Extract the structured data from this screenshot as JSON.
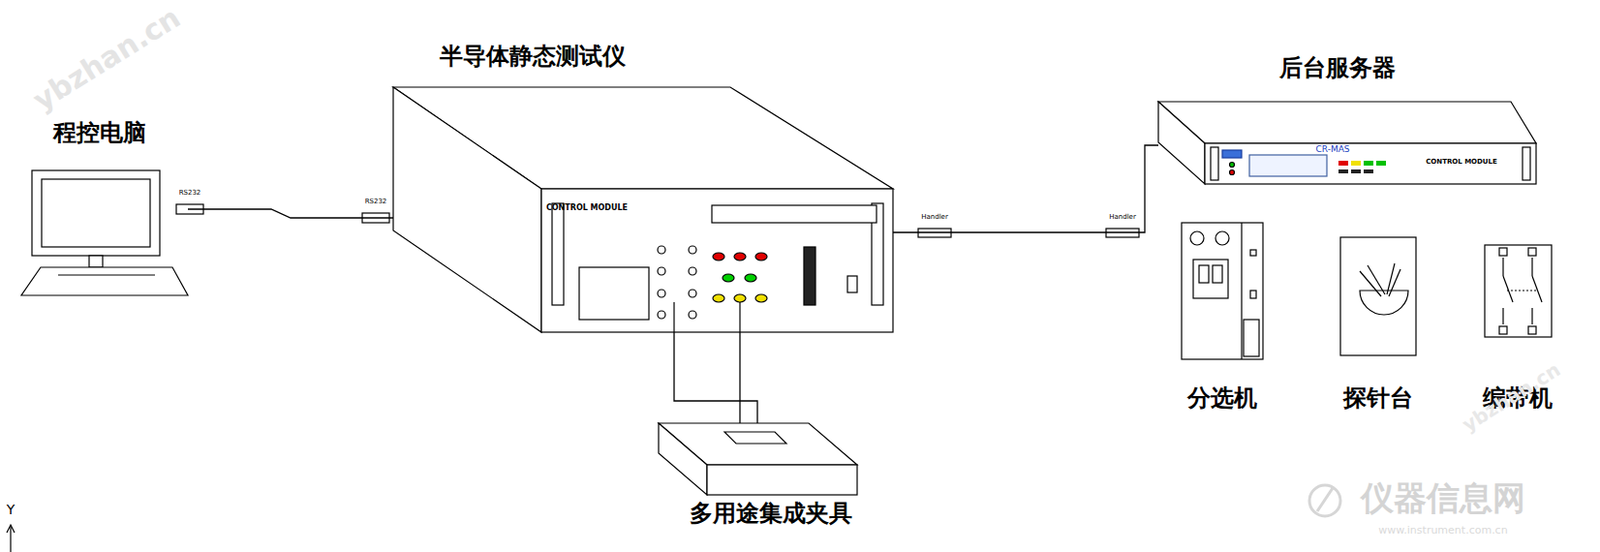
{
  "diagram": {
    "nodes": [
      {
        "text": [
          "程控电脑"
        ]
      },
      {
        "text": [
          "半导体静态测试仪",
          "CONTROL MODULE"
        ]
      },
      {
        "text": [
          "多用途集成夹具"
        ]
      },
      {
        "text": [
          "后台服务器",
          "CR-MAS",
          "CONTROL MODULE"
        ]
      },
      {
        "text": [
          "分选机"
        ]
      },
      {
        "text": [
          "探针台"
        ]
      },
      {
        "text": [
          "编带机"
        ]
      }
    ],
    "edges": [
      {
        "from": 0,
        "to": 1,
        "arrow": "none"
      },
      {
        "from": 1,
        "to": 2,
        "arrow": "none"
      },
      {
        "from": 1,
        "to": 2,
        "arrow": "none"
      },
      {
        "from": 1,
        "to": 3,
        "arrow": "none"
      }
    ],
    "labels": [
      "RS232",
      "RS232",
      "Handler",
      "Handler",
      "ybzhan.cn",
      "ybzhan.cn",
      "仪器信息网",
      "www.instrument.com.cn",
      "Y"
    ]
  }
}
